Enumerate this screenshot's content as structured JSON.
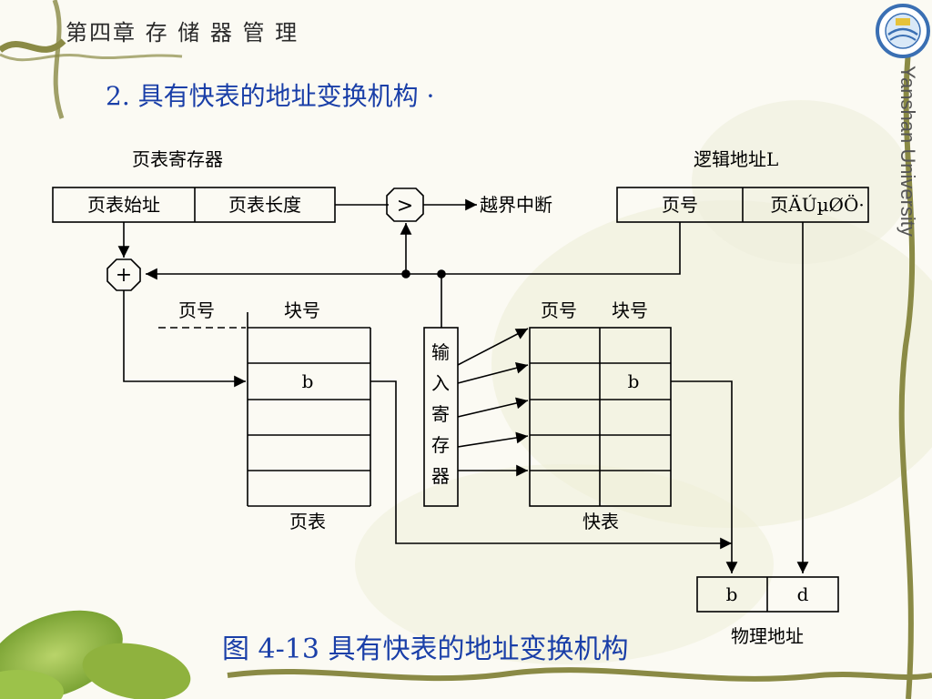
{
  "header": {
    "chapter": "第四章 存 储 器 管 理",
    "section": "2. 具有快表的地址变换机构 ·",
    "university": "Yanshan University"
  },
  "diagram": {
    "page_table_register_label": "页表寄存器",
    "ptr_start": "页表始址",
    "ptr_length": "页表长度",
    "compare_symbol": ">",
    "overflow_interrupt": "越界中断",
    "logical_address_label": "逻辑地址L",
    "page_number": "页号",
    "page_offset": "页ÄÚµØÖ·",
    "adder_symbol": "+",
    "pt_col_page": "页号",
    "pt_col_block": "块号",
    "block_value": "b",
    "page_table_label": "页表",
    "input_register": [
      "输",
      "入",
      "寄",
      "存",
      "器"
    ],
    "tlb_col_page": "页号",
    "tlb_col_block": "块号",
    "tlb_block_value": "b",
    "tlb_label": "快表",
    "phys_block": "b",
    "phys_offset": "d",
    "physical_address_label": "物理地址"
  },
  "caption": "图 4-13 具有快表的地址变换机构",
  "colors": {
    "title_blue": "#1a3fa8",
    "line": "#000000",
    "vine": "#8a8a45"
  }
}
